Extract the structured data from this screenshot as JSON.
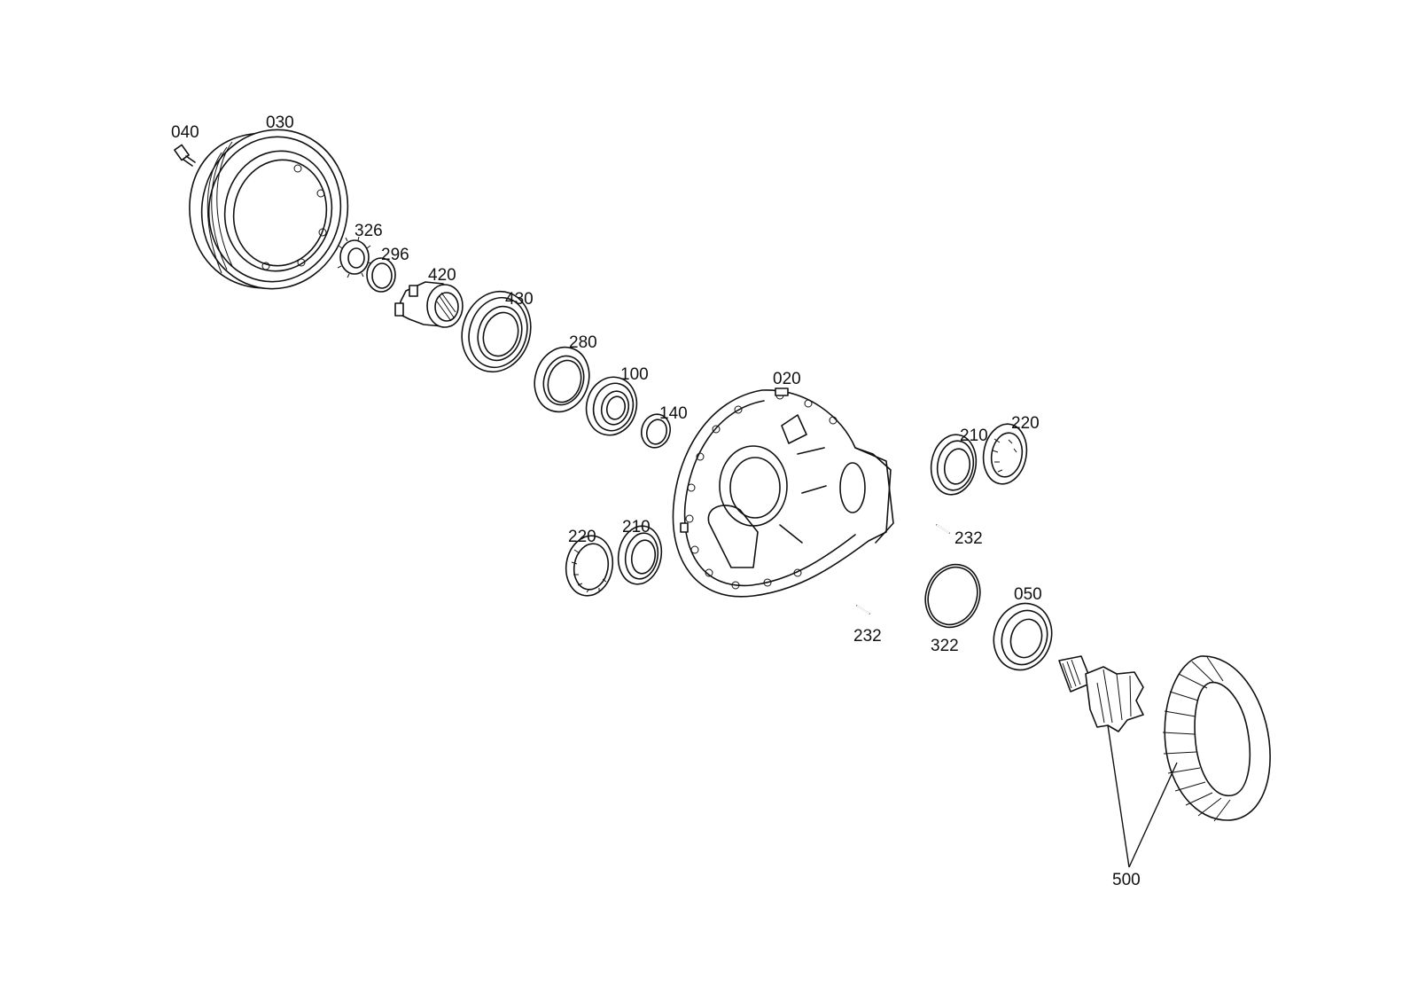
{
  "callouts": {
    "p040": "040",
    "p030": "030",
    "p326": "326",
    "p296": "296",
    "p420": "420",
    "p430": "430",
    "p280": "280",
    "p100": "100",
    "p140": "140",
    "p020": "020",
    "p210_right": "210",
    "p220_right": "220",
    "p232_upper": "232",
    "p220_left": "220",
    "p210_left": "210",
    "p050": "050",
    "p232_lower": "232",
    "p322": "322",
    "p500": "500"
  }
}
